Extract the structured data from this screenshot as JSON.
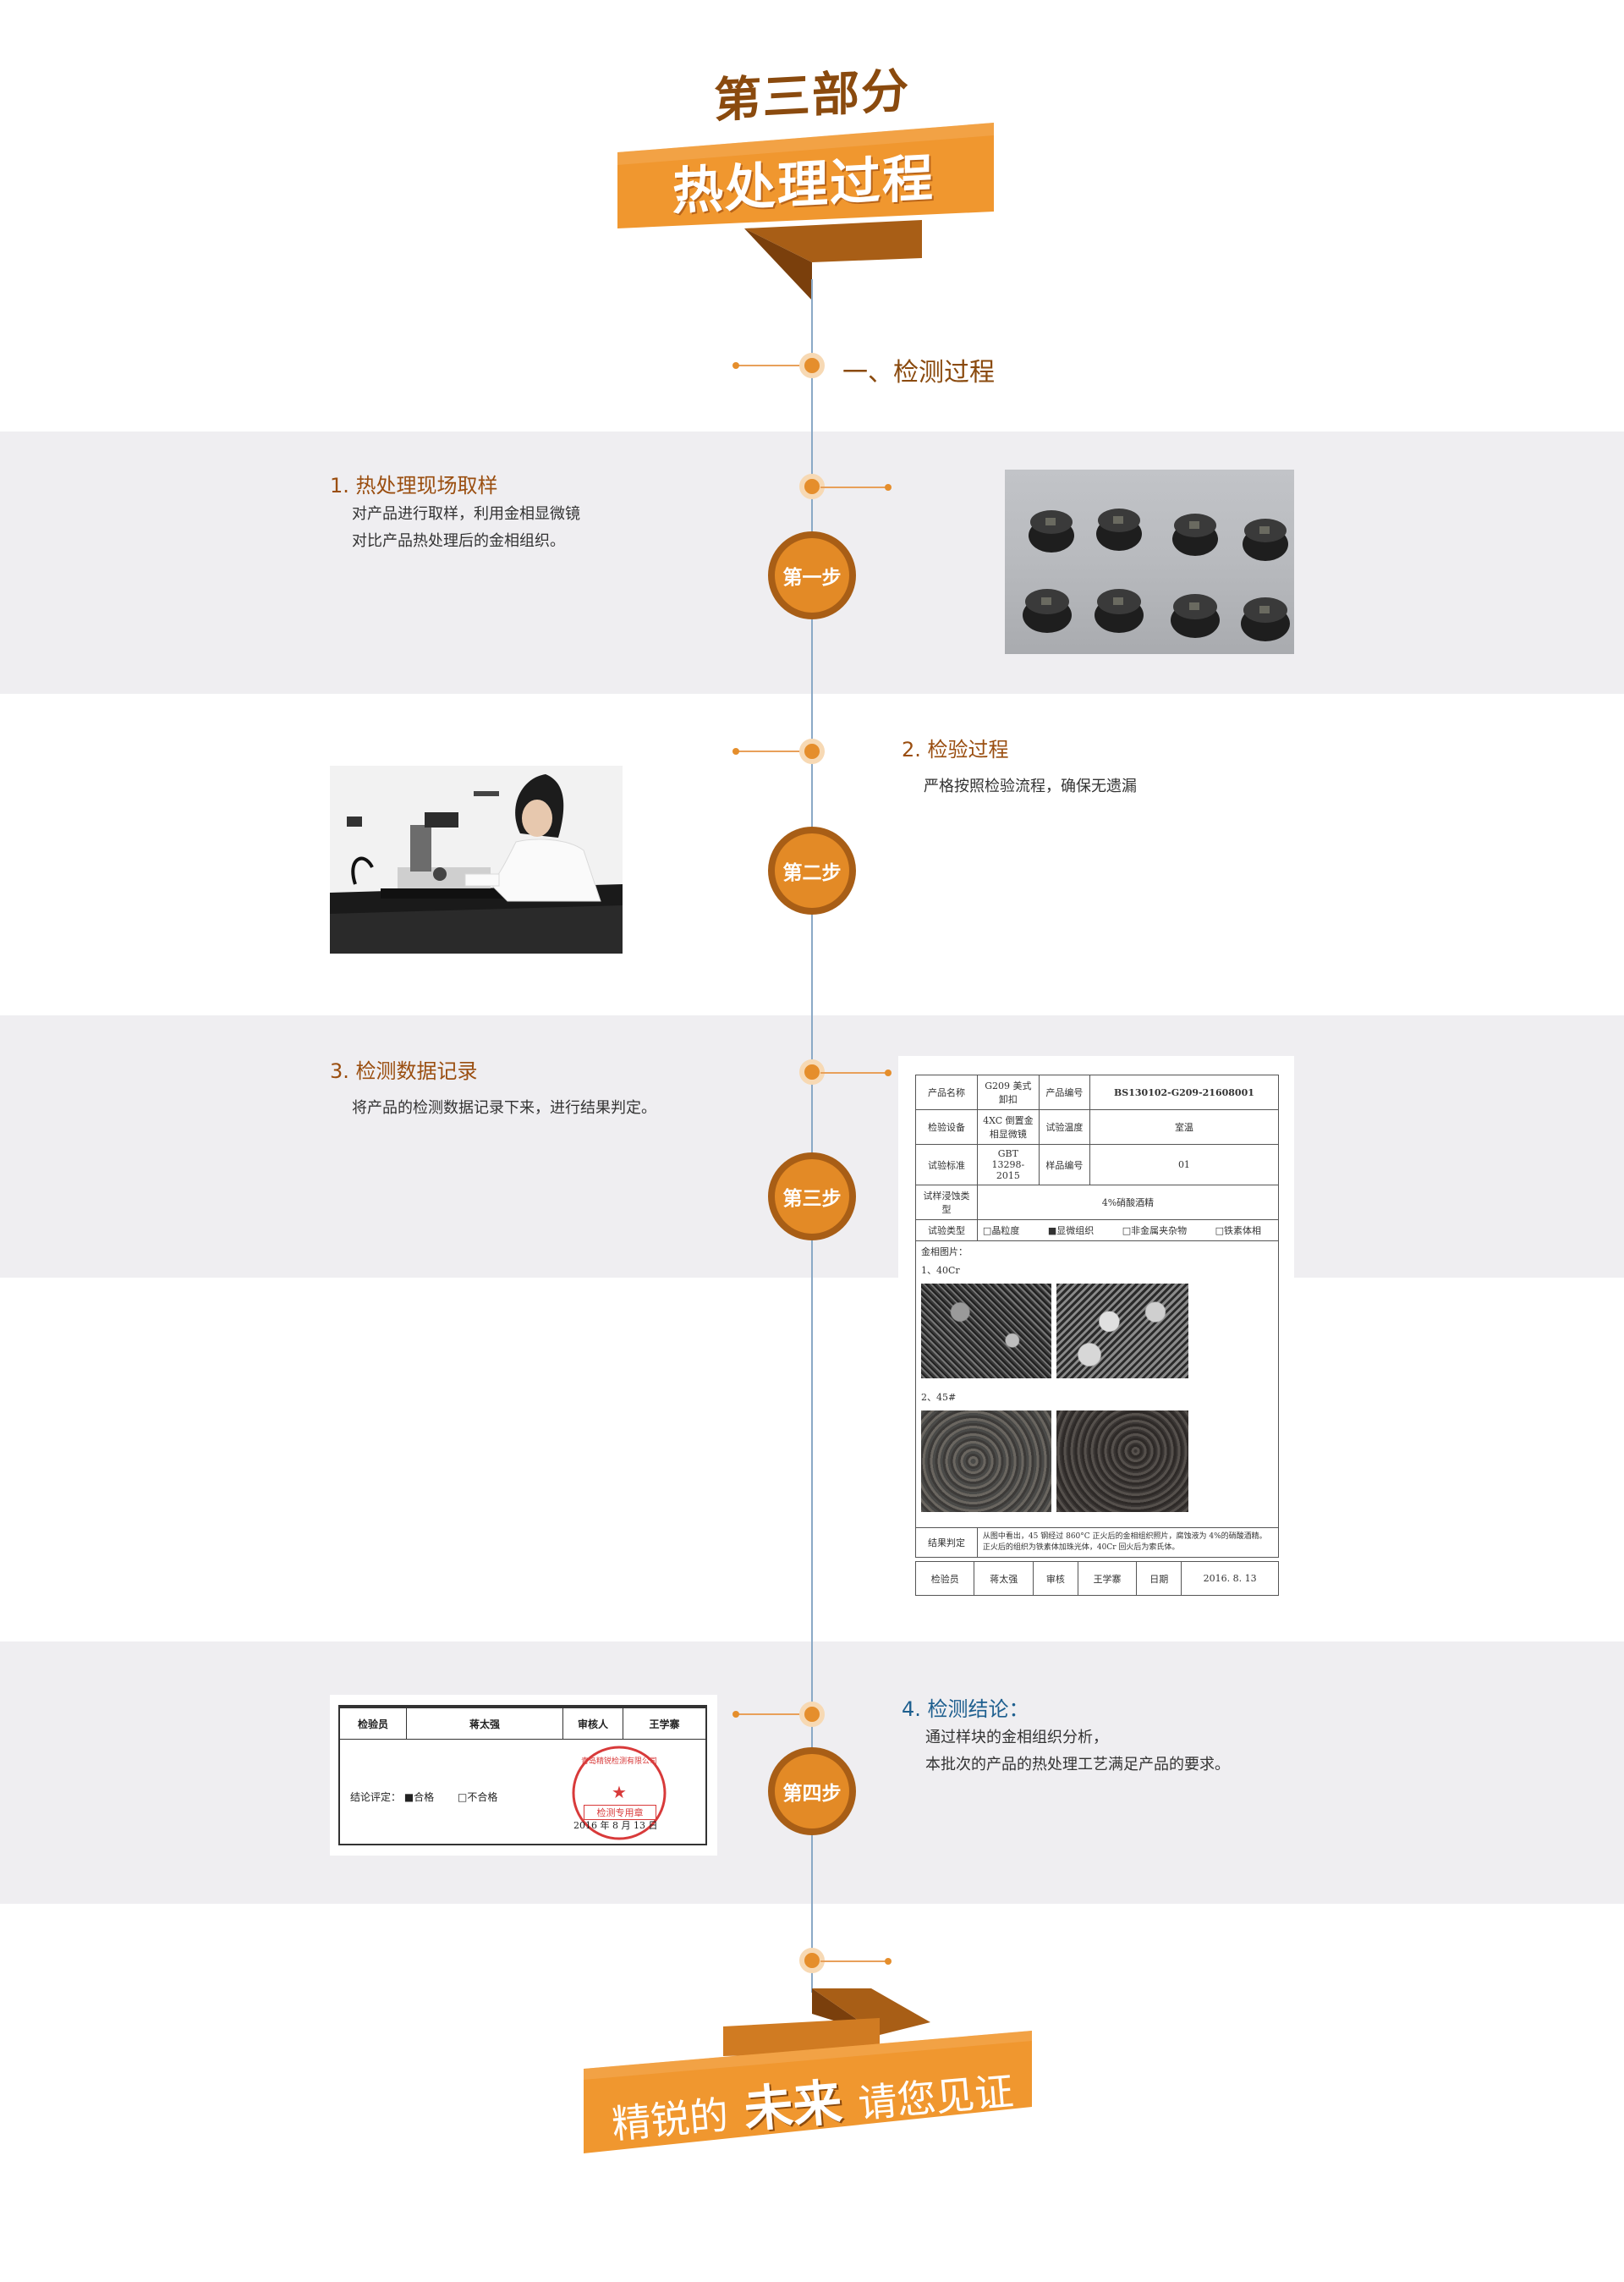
{
  "header": {
    "part": "第三部分",
    "banner": "热处理过程"
  },
  "section": {
    "heading": "一、检测过程"
  },
  "steps": [
    {
      "badge": "第一步",
      "title": "1. 热处理现场取样",
      "lines": [
        "对产品进行取样，利用金相显微镜",
        "对比产品热处理后的金相组织。"
      ]
    },
    {
      "badge": "第二步",
      "title": "2. 检验过程",
      "lines": [
        "严格按照检验流程，确保无遗漏"
      ]
    },
    {
      "badge": "第三步",
      "title": "3. 检测数据记录",
      "lines": [
        "将产品的检测数据记录下来，进行结果判定。"
      ]
    },
    {
      "badge": "第四步",
      "title": "4. 检测结论：",
      "lines": [
        "通过样块的金相组织分析，",
        "本批次的产品的热处理工艺满足产品的要求。"
      ]
    }
  ],
  "report": {
    "row1": [
      "产品名称",
      "G209 美式卸扣",
      "产品编号",
      "BS130102-G209-21608001"
    ],
    "row2": [
      "检验设备",
      "4XC 倒置金相显微镜",
      "试验温度",
      "室温"
    ],
    "row3": [
      "试验标准",
      "GBT 13298-2015",
      "样品编号",
      "01"
    ],
    "row4": [
      "试样浸蚀类型",
      "4%硝酸酒精"
    ],
    "row5_label": "试验类型",
    "row5_options": [
      "□晶粒度",
      "■显微组织",
      "□非金属夹杂物",
      "□铁素体相"
    ],
    "images_label": "金相图片：",
    "img1_label": "1、40Cr",
    "img2_label": "2、45#",
    "result_label": "结果判定",
    "result_text": "从图中看出，45 钢经过 860°C 正火后的金相组织照片，腐蚀液为 4%的硝酸酒精。正火后的组织为铁素体加珠光体，40Cr 回火后为索氏体。",
    "sign_row": [
      "检验员",
      "蒋太强",
      "审核",
      "王学寨",
      "日期",
      "2016. 8. 13"
    ]
  },
  "conclusion_form": {
    "header": [
      "检验员",
      "蒋太强",
      "审核人",
      "王学寨"
    ],
    "label": "结论评定：",
    "pass": "■合格",
    "fail": "□不合格",
    "date": "2016 年  8 月  13 日",
    "stamp_top": "青岛精锐检测有限公司",
    "stamp_mid": "检测专用章"
  },
  "footer": {
    "slogan_a": "精锐的",
    "slogan_b": "未来",
    "slogan_c": "请您见证"
  },
  "colors": {
    "orange": "#f0972f",
    "dark_orange": "#a85e16",
    "brown": "#7a3f0c",
    "band": "#efeef1",
    "line": "#8aa9c6"
  }
}
